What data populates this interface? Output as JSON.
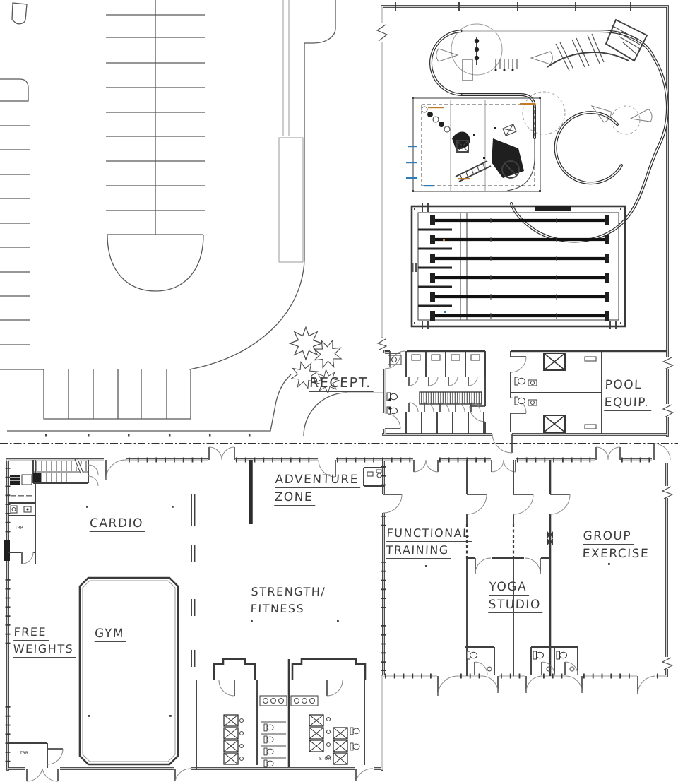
{
  "meta": {
    "drawing_type": "Recreation / fitness and aquatic center architectural floor plan",
    "view": "plan view with parking lot, natatorium and fitness wing"
  },
  "rooms": {
    "recept": "RECEPT.",
    "pool_equip_1": "POOL",
    "pool_equip_2": "EQUIP.",
    "adventure_1": "ADVENTURE",
    "adventure_2": "ZONE",
    "cardio": "CARDIO",
    "free_weights_1": "FREE",
    "free_weights_2": "WEIGHTS",
    "gym": "GYM",
    "strength_1": "STRENGTH/",
    "strength_2": "FITNESS",
    "functional_1": "FUNCTIONAL",
    "functional_2": "TRAINING",
    "yoga_1": "YOGA",
    "yoga_2": "STUDIO",
    "group_1": "GROUP",
    "group_2": "EXERCISE",
    "toilet_upper": "TRR",
    "toilet_lower": "TRR",
    "storage": "STOR"
  },
  "colors": {
    "ink": "#3a3a3a",
    "light_line": "#9a9a9a",
    "callout_orange": "#c07a28",
    "callout_blue": "#2e7bb5",
    "paper": "#ffffff"
  }
}
